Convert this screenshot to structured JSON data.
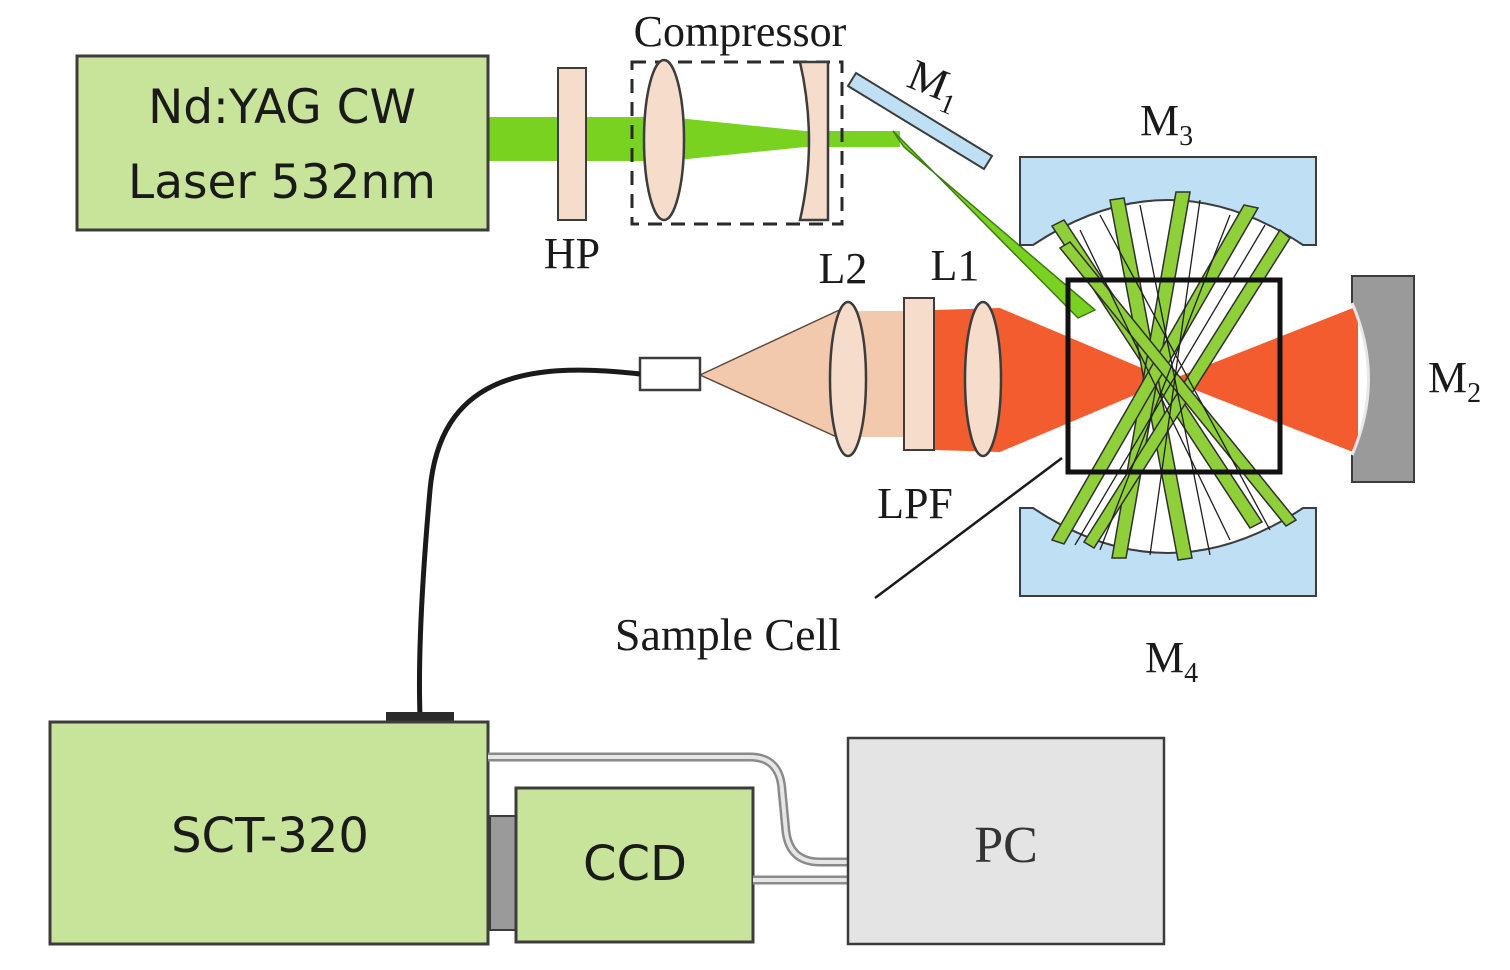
{
  "labels": {
    "laser_line1": "Nd:YAG CW",
    "laser_line2": "Laser 532nm",
    "hp": "HP",
    "compressor": "Compressor",
    "m1": "M",
    "m1_sub": "1",
    "m2": "M",
    "m2_sub": "2",
    "m3": "M",
    "m3_sub": "3",
    "m4": "M",
    "m4_sub": "4",
    "l1": "L1",
    "l2": "L2",
    "lpf": "LPF",
    "sample_cell": "Sample Cell",
    "spectrometer": "SCT-320",
    "ccd": "CCD",
    "pc": "PC"
  },
  "colors": {
    "device_fill": "#c8e39a",
    "device_stroke": "#3c3c3c",
    "green_beam": "#79d220",
    "green_beam_dark": "#3e7a12",
    "red_beam": "#f25c2e",
    "scatter_beam": "#f3c9ad",
    "optic_fill": "#f6dccb",
    "mirror_blue": "#bfe0f4",
    "mirror_grey": "#9a9a9a",
    "pc_fill": "#e4e4e4",
    "cable": "#1a1a1a"
  }
}
